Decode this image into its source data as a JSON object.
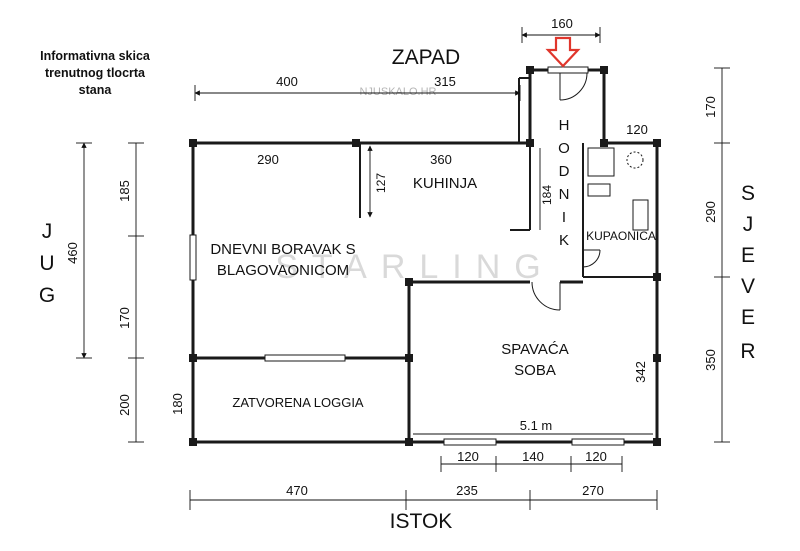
{
  "note": {
    "line1": "Informativna skica",
    "line2": "trenutnog tlocrta",
    "line3": "stana"
  },
  "compass": {
    "west": "ZAPAD",
    "east": "ISTOK",
    "south": [
      "J",
      "U",
      "G"
    ],
    "north": [
      "S",
      "J",
      "E",
      "V",
      "E",
      "R"
    ]
  },
  "rooms": {
    "hallway": [
      "H",
      "O",
      "D",
      "N",
      "I",
      "K"
    ],
    "kitchen": "KUHINJA",
    "living_line1": "DNEVNI BORAVAK S",
    "living_line2": "BLAGOVAONICOM",
    "bathroom": "KUPAONICA",
    "bedroom_line1": "SPAVAĆA",
    "bedroom_line2": "SOBA",
    "loggia": "ZATVORENA LOGGIA"
  },
  "dimensions": {
    "top_entry": "160",
    "top_left": "400",
    "top_right": "315",
    "living_top": "290",
    "kitchen_top": "360",
    "kitchen_wall": "127",
    "hall_depth": "184",
    "bath_width": "120",
    "right_1": "170",
    "right_2": "290",
    "right_3": "350",
    "left_total": "460",
    "left_1": "185",
    "left_2": "170",
    "left_3": "200",
    "loggia_depth": "180",
    "bedroom_depth": "342",
    "bedroom_width": "5.1 m",
    "window_1": "120",
    "between_windows": "140",
    "window_2": "120",
    "bottom_1": "470",
    "bottom_2": "235",
    "bottom_3": "270"
  },
  "watermark": {
    "top": "NJUSKALO.HR",
    "center": "STARLING"
  },
  "colors": {
    "wall": "#1a1a1a",
    "arrow": "#e0362c",
    "watermark": "#cfcfcf"
  }
}
